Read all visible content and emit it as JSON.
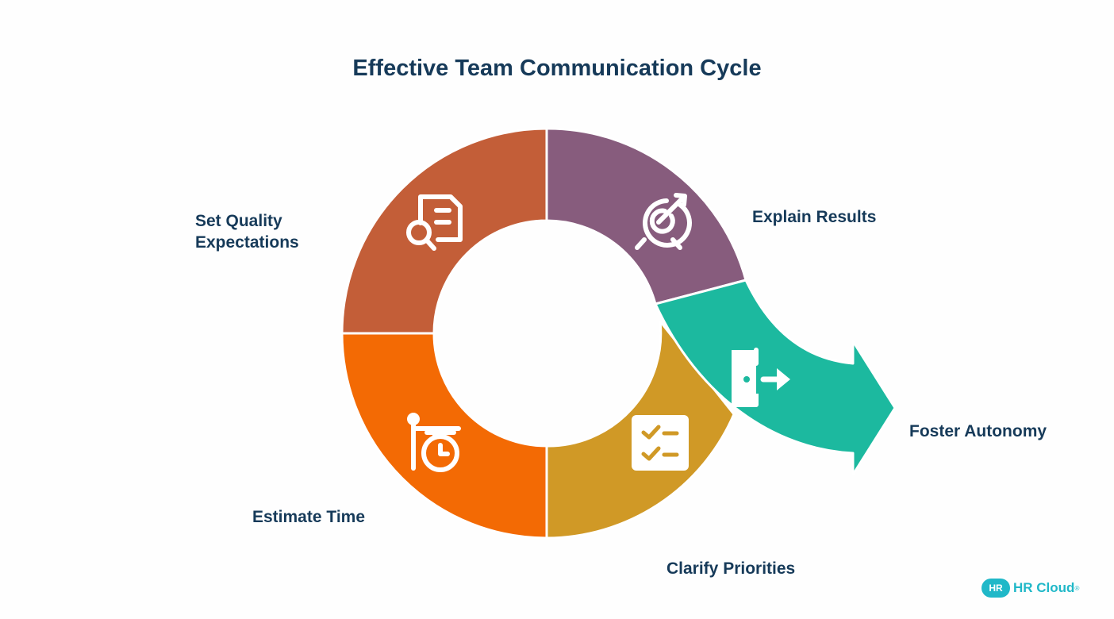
{
  "title": "Effective Team Communication Cycle",
  "steps": [
    {
      "label": "Set Quality\nExpectations",
      "icon": "document-search-icon",
      "color": "#c35e38"
    },
    {
      "label": "Explain Results",
      "icon": "target-icon",
      "color": "#875c7d"
    },
    {
      "label": "Foster Autonomy",
      "icon": "exit-door-icon",
      "color": "#1cb99f"
    },
    {
      "label": "Clarify Priorities",
      "icon": "checklist-icon",
      "color": "#d09926"
    },
    {
      "label": "Estimate Time",
      "icon": "stopwatch-sign-icon",
      "color": "#f36a04"
    }
  ],
  "logo": {
    "badge": "HR",
    "text": "HR Cloud",
    "mark": "®"
  }
}
